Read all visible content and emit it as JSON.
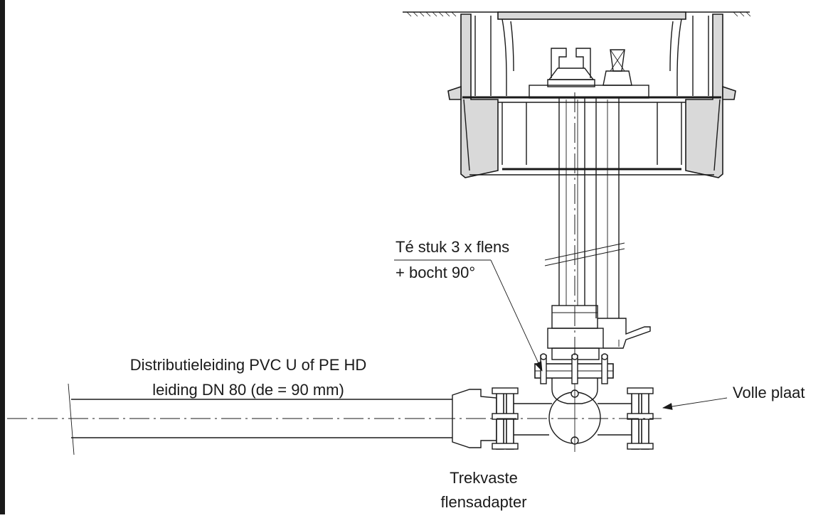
{
  "labels": {
    "tee": "Té stuk 3 x flens",
    "bend": "+ bocht 90°",
    "distribution_line1": "Distributieleiding PVC U of PE HD",
    "distribution_line2": "leiding DN 80 (de = 90 mm)",
    "blind_flange": "Volle plaat",
    "adapter_line1": "Trekvaste",
    "adapter_line2": "flensadapter"
  },
  "colors": {
    "line": "#1a1a1a",
    "wall_fill": "#d9d9d9",
    "background": "#ffffff"
  }
}
